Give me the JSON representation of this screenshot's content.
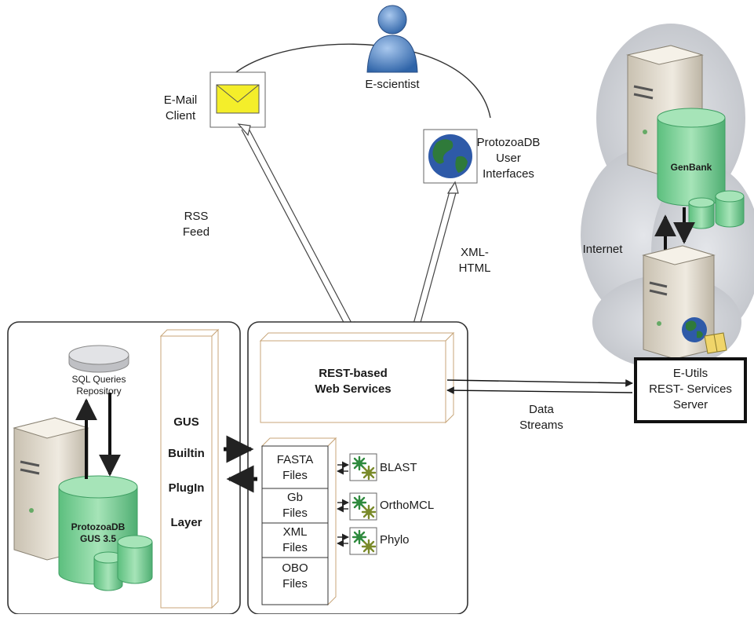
{
  "actors": {
    "escientist": "E-scientist",
    "email_client": "E-Mail\nClient",
    "user_interfaces": "ProtozoaDB\nUser\nInterfaces"
  },
  "flows": {
    "rss_feed": "RSS\nFeed",
    "xml_html": "XML-\nHTML",
    "data_streams": "Data\nStreams"
  },
  "internet": {
    "label": "Internet",
    "genbank": "GenBank",
    "eutils": "E-Utils\nREST- Services\nServer"
  },
  "left_panel": {
    "sql_repo": "SQL Queries\nRepository",
    "protozoadb": "ProtozoaDB\nGUS 3.5"
  },
  "plugin_layer": {
    "words": [
      "GUS",
      "Builtin",
      "PlugIn",
      "Layer"
    ]
  },
  "services": {
    "rest": "REST-based\nWeb Services",
    "files": [
      "FASTA\nFiles",
      "Gb\nFiles",
      "XML\nFiles",
      "OBO\nFiles"
    ],
    "tools": [
      "BLAST",
      "OrthoMCL",
      "Phylo"
    ]
  },
  "colors": {
    "db_green": "#7fd39b",
    "db_green_dark": "#3f9f63",
    "envelope": "#f4ee2a",
    "user_blue": "#4f86c6",
    "globe_ocean": "#2e5aa8",
    "globe_land": "#2f7a3a",
    "cloud_gray": "#c9cbd0",
    "server_body": "#ded7c8"
  }
}
